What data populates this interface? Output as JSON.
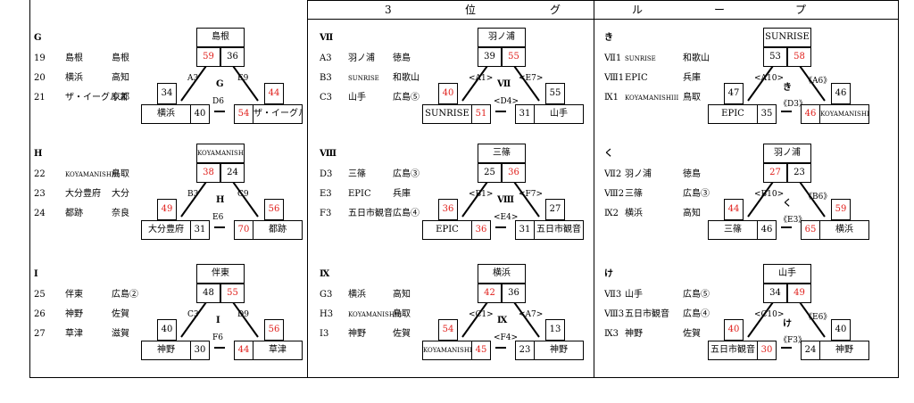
{
  "header": {
    "chars": [
      "3",
      "位",
      "グ",
      "ル",
      "ー",
      "プ"
    ]
  },
  "groups": [
    {
      "id": "G",
      "teams": [
        {
          "no": "19",
          "name": "島根",
          "pref": "島根"
        },
        {
          "no": "20",
          "name": "横浜",
          "pref": "高知"
        },
        {
          "no": "21",
          "name": "ザ・イーグルス",
          "pref": "京都"
        }
      ],
      "top": "島根",
      "bl": "横浜",
      "br": "ザ・イーグルス",
      "br_small": false,
      "s_top_l": "59",
      "s_top_r": "36",
      "s_l_top": "34",
      "s_bl_r": "40",
      "s_br_l": "54",
      "s_r_top": "44",
      "m_left": "A3",
      "m_right": "E9",
      "m_bottom": "D6",
      "center": "G"
    },
    {
      "id": "H",
      "teams": [
        {
          "no": "22",
          "name": "KOYAMANISHIII",
          "pref": "鳥取"
        },
        {
          "no": "23",
          "name": "大分豊府",
          "pref": "大分"
        },
        {
          "no": "24",
          "name": "都跡",
          "pref": "奈良"
        }
      ],
      "top": "KOYAMANISHIII",
      "top_small": true,
      "bl": "大分豊府",
      "br": "都跡",
      "s_top_l": "38",
      "s_top_r": "24",
      "s_l_top": "49",
      "s_bl_r": "31",
      "s_br_l": "70",
      "s_r_top": "56",
      "m_left": "B3",
      "m_right": "C9",
      "m_bottom": "E6",
      "center": "H"
    },
    {
      "id": "I",
      "teams": [
        {
          "no": "25",
          "name": "伴東",
          "pref": "広島②"
        },
        {
          "no": "26",
          "name": "神野",
          "pref": "佐賀"
        },
        {
          "no": "27",
          "name": "草津",
          "pref": "滋賀"
        }
      ],
      "top": "伴東",
      "bl": "神野",
      "br": "草津",
      "s_top_l": "48",
      "s_top_r": "55",
      "s_l_top": "40",
      "s_bl_r": "30",
      "s_br_l": "44",
      "s_r_top": "56",
      "m_left": "C3",
      "m_right": "D9",
      "m_bottom": "F6",
      "center": "I"
    },
    {
      "id": "Ⅶ",
      "teams": [
        {
          "no": "A3",
          "name": "羽ノ浦",
          "pref": "徳島"
        },
        {
          "no": "B3",
          "name": "SUNRISE",
          "pref": "和歌山"
        },
        {
          "no": "C3",
          "name": "山手",
          "pref": "広島⑤"
        }
      ],
      "top": "羽ノ浦",
      "bl": "SUNRISE",
      "br": "山手",
      "s_top_l": "39",
      "s_top_r": "55",
      "s_l_top": "40",
      "s_bl_r": "51",
      "s_br_l": "31",
      "s_r_top": "55",
      "m_left": "<A1>",
      "m_right": "<E7>",
      "m_bottom": "<D4>",
      "center": "Ⅶ"
    },
    {
      "id": "Ⅷ",
      "teams": [
        {
          "no": "D3",
          "name": "三篠",
          "pref": "広島③"
        },
        {
          "no": "E3",
          "name": "EPIC",
          "pref": "兵庫"
        },
        {
          "no": "F3",
          "name": "五日市観音",
          "pref": "広島④"
        }
      ],
      "top": "三篠",
      "bl": "EPIC",
      "br": "五日市観音",
      "s_top_l": "25",
      "s_top_r": "36",
      "s_l_top": "36",
      "s_bl_r": "36",
      "s_br_l": "31",
      "s_r_top": "27",
      "m_left": "<B1>",
      "m_right": "<F7>",
      "m_bottom": "<E4>",
      "center": "Ⅷ"
    },
    {
      "id": "Ⅸ",
      "teams": [
        {
          "no": "G3",
          "name": "横浜",
          "pref": "高知"
        },
        {
          "no": "H3",
          "name": "KOYAMANISHIII",
          "pref": "鳥取"
        },
        {
          "no": "I3",
          "name": "神野",
          "pref": "佐賀"
        }
      ],
      "top": "横浜",
      "bl": "KOYAMANISHIII",
      "bl_small": true,
      "br": "神野",
      "s_top_l": "42",
      "s_top_r": "36",
      "s_l_top": "54",
      "s_bl_r": "45",
      "s_br_l": "23",
      "s_r_top": "13",
      "m_left": "<C1>",
      "m_right": "<A7>",
      "m_bottom": "<F4>",
      "center": "Ⅸ"
    },
    {
      "id": "き",
      "teams": [
        {
          "no": "Ⅶ1",
          "name": "SUNRISE",
          "pref": "和歌山"
        },
        {
          "no": "Ⅷ1",
          "name": "EPIC",
          "pref": "兵庫"
        },
        {
          "no": "Ⅸ1",
          "name": "KOYAMANISHIII",
          "pref": "鳥取"
        }
      ],
      "top": "SUNRISE",
      "bl": "EPIC",
      "br": "KOYAMANISHIII",
      "br_small": true,
      "s_top_l": "53",
      "s_top_r": "58",
      "s_l_top": "47",
      "s_bl_r": "35",
      "s_br_l": "46",
      "s_r_top": "46",
      "m_left": "<A10>",
      "m_right": "《A6》",
      "m_bottom": "《D3》",
      "center": "き"
    },
    {
      "id": "く",
      "teams": [
        {
          "no": "Ⅶ2",
          "name": "羽ノ浦",
          "pref": "徳島"
        },
        {
          "no": "Ⅷ2",
          "name": "三篠",
          "pref": "広島③"
        },
        {
          "no": "Ⅸ2",
          "name": "横浜",
          "pref": "高知"
        }
      ],
      "top": "羽ノ浦",
      "bl": "三篠",
      "br": "横浜",
      "s_top_l": "27",
      "s_top_r": "23",
      "s_l_top": "44",
      "s_bl_r": "46",
      "s_br_l": "65",
      "s_r_top": "59",
      "m_left": "<B10>",
      "m_right": "《B6》",
      "m_bottom": "《E3》",
      "center": "く"
    },
    {
      "id": "け",
      "teams": [
        {
          "no": "Ⅶ3",
          "name": "山手",
          "pref": "広島⑤"
        },
        {
          "no": "Ⅷ3",
          "name": "五日市観音",
          "pref": "広島④"
        },
        {
          "no": "Ⅸ3",
          "name": "神野",
          "pref": "佐賀"
        }
      ],
      "top": "山手",
      "bl": "五日市観音",
      "br": "神野",
      "s_top_l": "34",
      "s_top_r": "49",
      "s_l_top": "40",
      "s_bl_r": "30",
      "s_br_l": "24",
      "s_r_top": "40",
      "m_left": "<C10>",
      "m_right": "《E6》",
      "m_bottom": "《F3》",
      "center": "け"
    }
  ],
  "colors": {
    "win": "#e0201c",
    "line": "#000000"
  }
}
